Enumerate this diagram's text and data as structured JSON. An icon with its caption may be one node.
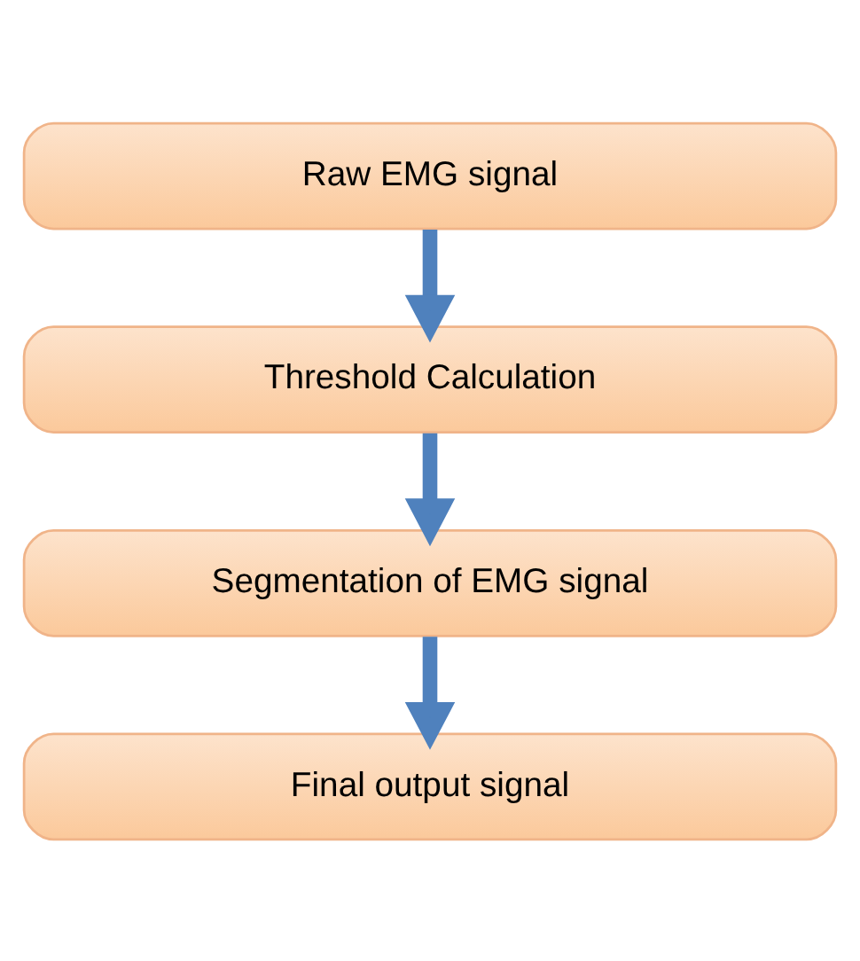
{
  "diagram": {
    "nodes": [
      {
        "text": [
          "Raw EMG signal"
        ]
      },
      {
        "text": [
          "Threshold Calculation"
        ]
      },
      {
        "text": [
          "Segmentation of EMG signal"
        ]
      },
      {
        "text": [
          "Final output signal"
        ]
      }
    ],
    "edges": [
      {
        "from": 0,
        "to": 1,
        "arrow": "to"
      },
      {
        "from": 1,
        "to": 2,
        "arrow": "to"
      },
      {
        "from": 2,
        "to": 3,
        "arrow": "to"
      }
    ]
  }
}
